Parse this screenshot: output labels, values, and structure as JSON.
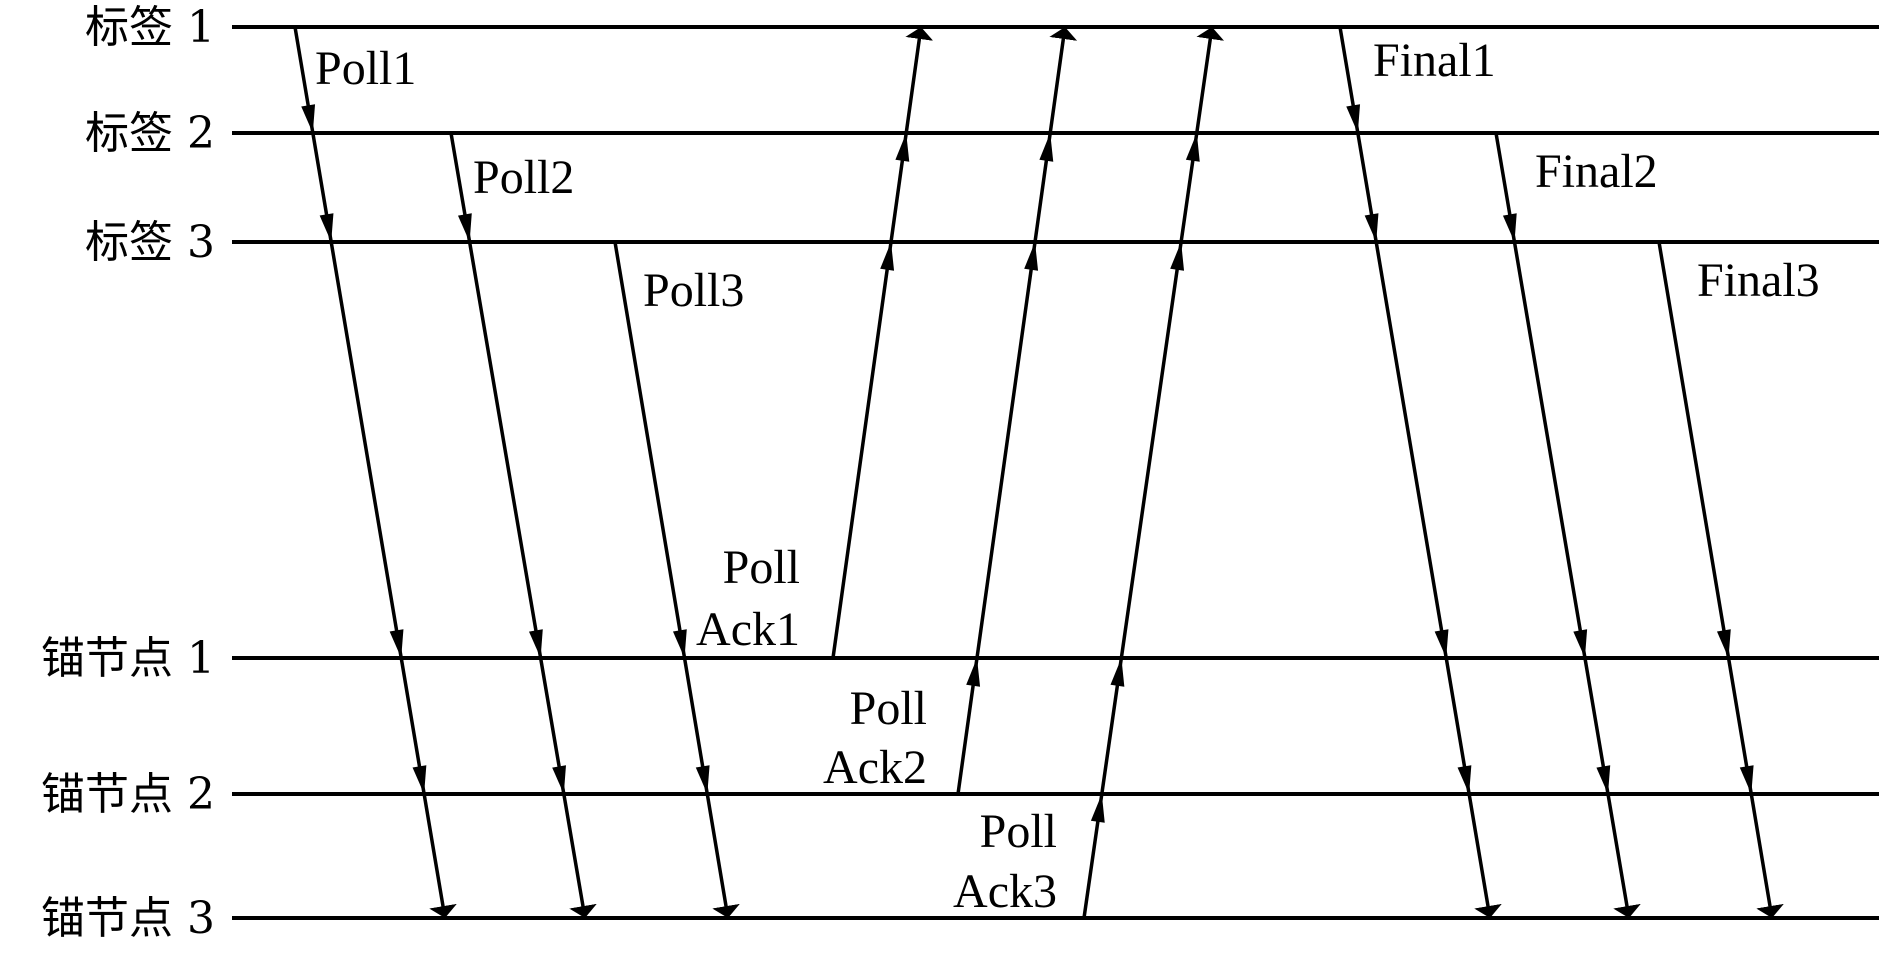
{
  "colors": {
    "line": "#000000",
    "background": "#ffffff"
  },
  "lanes": [
    {
      "id": "tag1",
      "label": "标签 1"
    },
    {
      "id": "tag2",
      "label": "标签 2"
    },
    {
      "id": "tag3",
      "label": "标签 3"
    },
    {
      "id": "anchor1",
      "label": "锚节点 1"
    },
    {
      "id": "anchor2",
      "label": "锚节点 2"
    },
    {
      "id": "anchor3",
      "label": "锚节点 3"
    }
  ],
  "messages": [
    {
      "name": "poll1",
      "label": [
        "Poll1"
      ],
      "from": "tag1",
      "to": "anchor3"
    },
    {
      "name": "poll2",
      "label": [
        "Poll2"
      ],
      "from": "tag2",
      "to": "anchor3"
    },
    {
      "name": "poll3",
      "label": [
        "Poll3"
      ],
      "from": "tag3",
      "to": "anchor3"
    },
    {
      "name": "poll-ack1",
      "label": [
        "Poll",
        "Ack1"
      ],
      "from": "anchor1",
      "to": "tag1"
    },
    {
      "name": "poll-ack2",
      "label": [
        "Poll",
        "Ack2"
      ],
      "from": "anchor2",
      "to": "tag1"
    },
    {
      "name": "poll-ack3",
      "label": [
        "Poll",
        "Ack3"
      ],
      "from": "anchor3",
      "to": "tag1"
    },
    {
      "name": "final1",
      "label": [
        "Final1"
      ],
      "from": "tag1",
      "to": "anchor3"
    },
    {
      "name": "final2",
      "label": [
        "Final2"
      ],
      "from": "tag2",
      "to": "anchor3"
    },
    {
      "name": "final3",
      "label": [
        "Final3"
      ],
      "from": "tag3",
      "to": "anchor3"
    }
  ]
}
